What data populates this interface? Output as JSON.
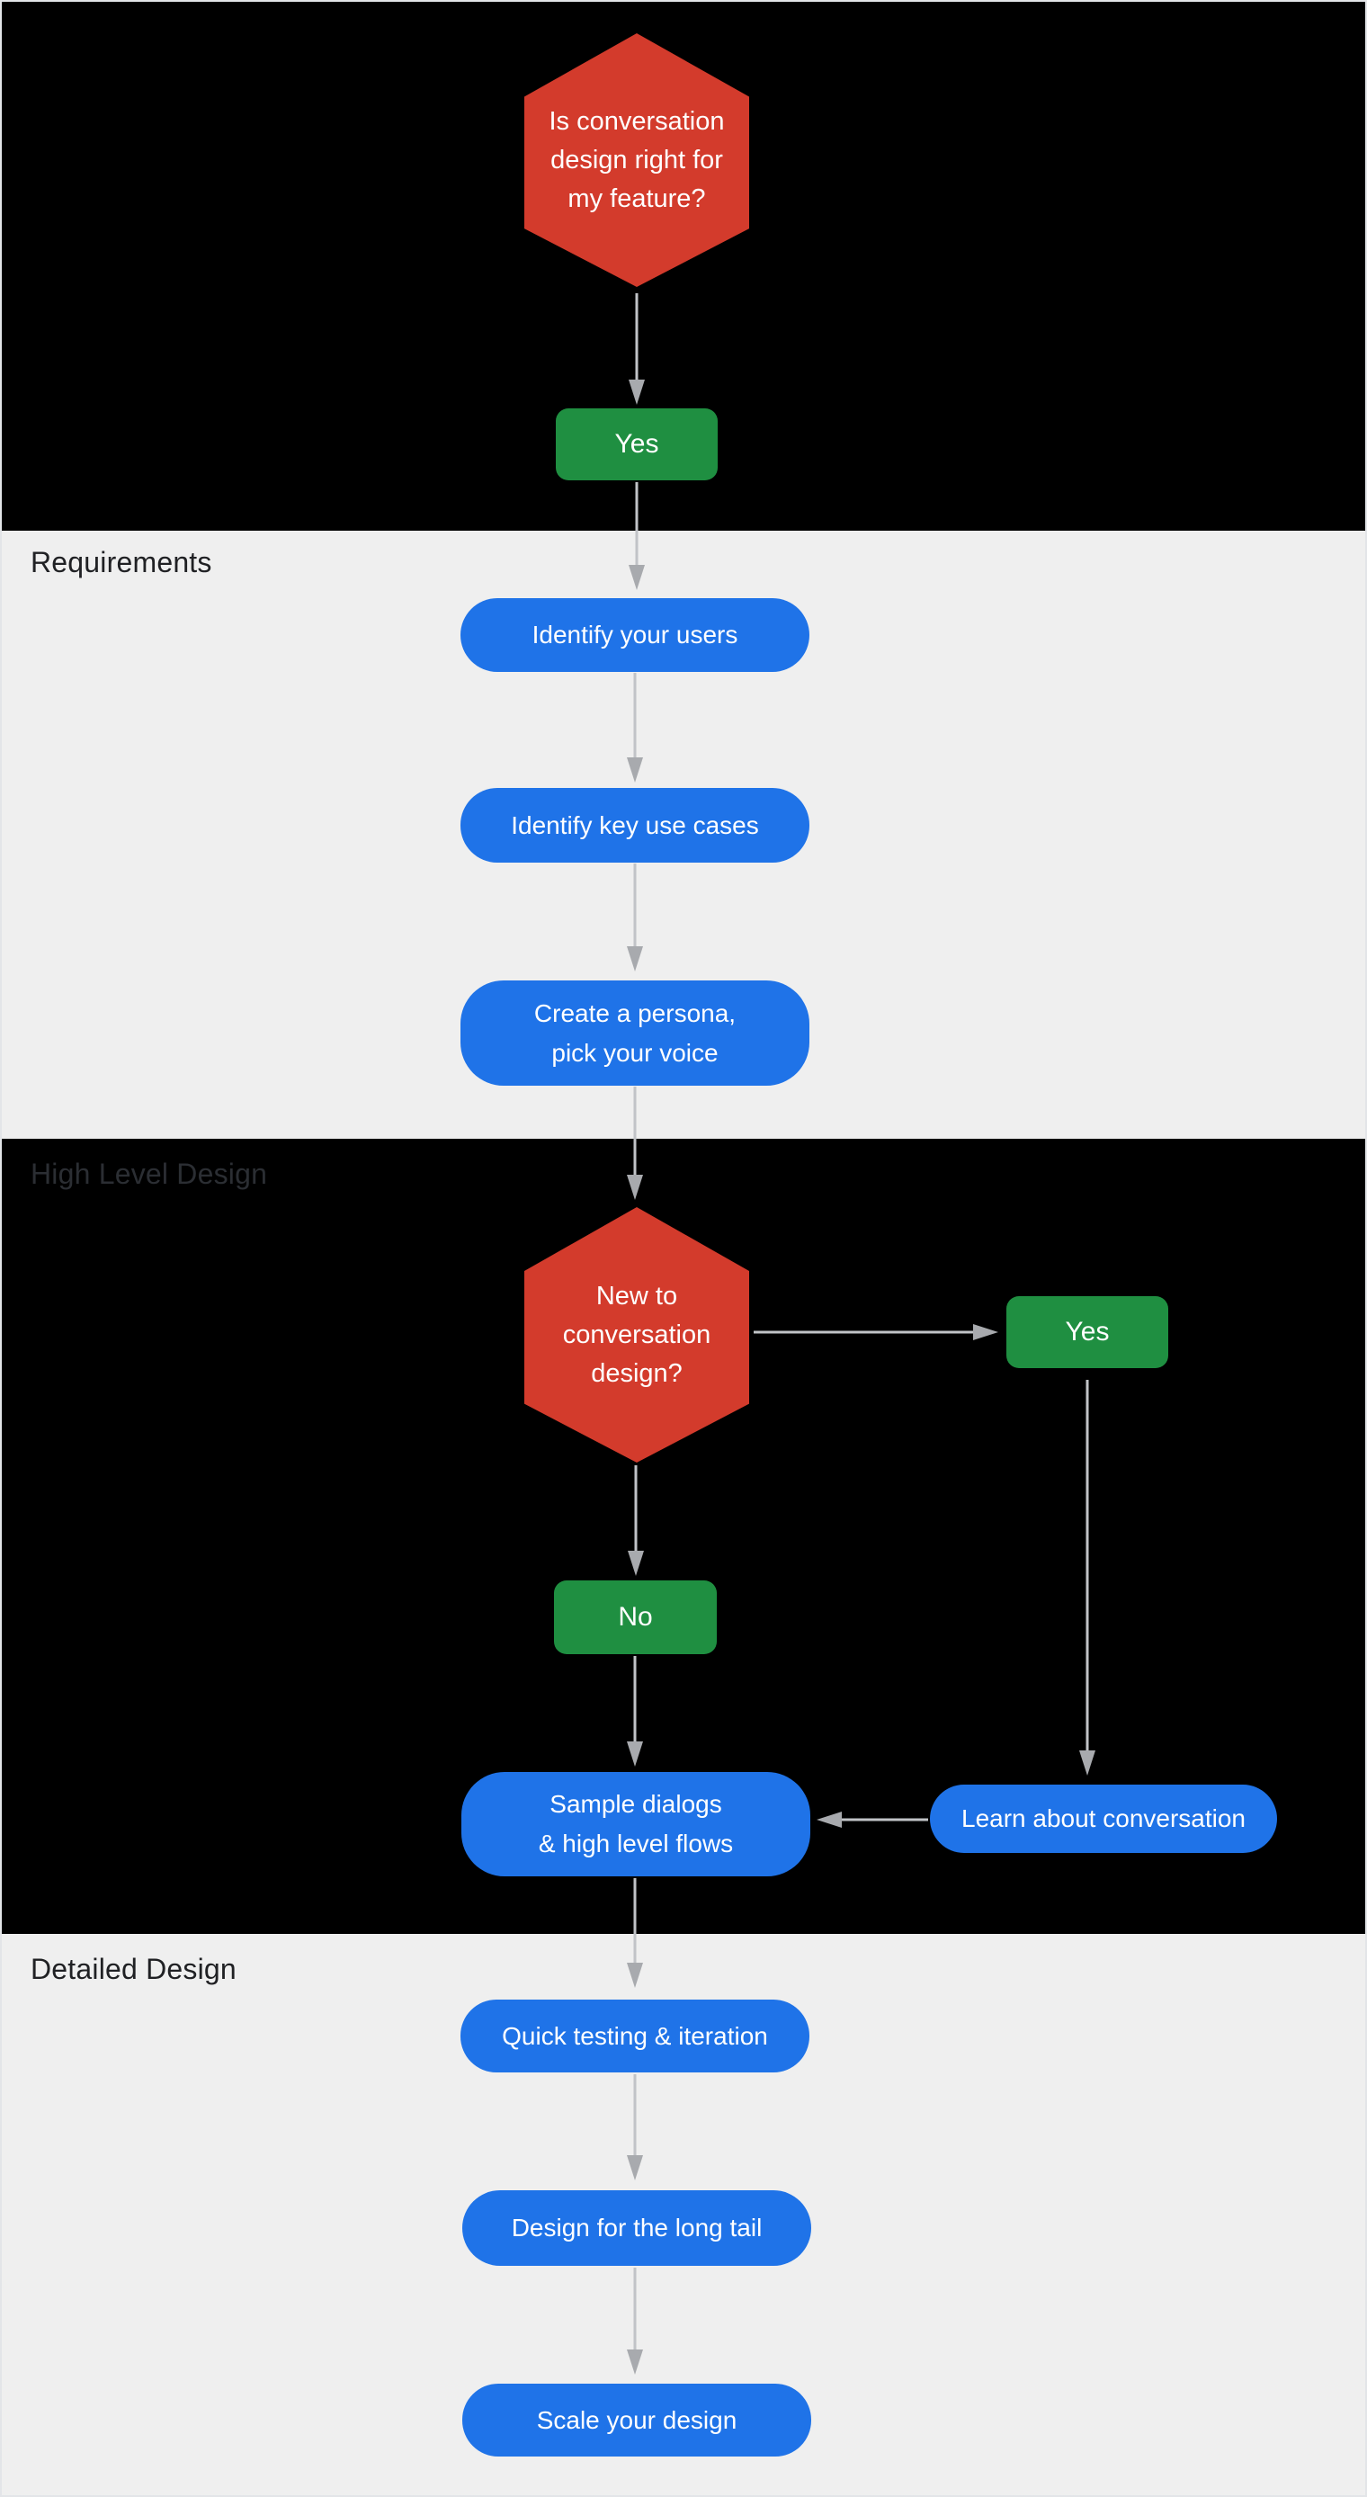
{
  "colors": {
    "red": "#d33b2c",
    "blue": "#1f73e8",
    "green": "#1f8f41",
    "black_bg": "#000000",
    "gray_bg": "#efefef",
    "line": "#c1c3c7",
    "arrowhead": "#a8aaae",
    "label_dark": "#202124",
    "label_on_black": "#2b2e33",
    "node_text": "#ffffff"
  },
  "sections": {
    "requirements": {
      "label": "Requirements"
    },
    "high_level_design": {
      "label": "High Level Design"
    },
    "detailed_design": {
      "label": "Detailed Design"
    }
  },
  "nodes": {
    "start_decision": {
      "type": "decision",
      "text": "Is conversation\ndesign right for\nmy feature?"
    },
    "start_yes": {
      "type": "answer",
      "text": "Yes"
    },
    "identify_users": {
      "type": "step",
      "text": "Identify your users"
    },
    "identify_key_use_cases": {
      "type": "step",
      "text": "Identify key use cases"
    },
    "create_persona": {
      "type": "step",
      "text": "Create a persona,\npick your voice"
    },
    "new_to_conversation_design": {
      "type": "decision",
      "text": "New to\nconversation\ndesign?"
    },
    "new_yes": {
      "type": "answer",
      "text": "Yes"
    },
    "new_no": {
      "type": "answer",
      "text": "No"
    },
    "sample_dialogs": {
      "type": "step",
      "text": "Sample dialogs\n& high level flows"
    },
    "learn_about_conversation": {
      "type": "step",
      "text": "Learn about conversation"
    },
    "quick_testing": {
      "type": "step",
      "text": "Quick testing & iteration"
    },
    "design_long_tail": {
      "type": "step",
      "text": "Design for the long tail"
    },
    "scale_design": {
      "type": "step",
      "text": "Scale your design"
    }
  },
  "edges": [
    {
      "from": "start_decision",
      "to": "start_yes"
    },
    {
      "from": "start_yes",
      "to": "identify_users"
    },
    {
      "from": "identify_users",
      "to": "identify_key_use_cases"
    },
    {
      "from": "identify_key_use_cases",
      "to": "create_persona"
    },
    {
      "from": "create_persona",
      "to": "new_to_conversation_design"
    },
    {
      "from": "new_to_conversation_design",
      "to": "new_yes"
    },
    {
      "from": "new_to_conversation_design",
      "to": "new_no"
    },
    {
      "from": "new_yes",
      "to": "learn_about_conversation"
    },
    {
      "from": "new_no",
      "to": "sample_dialogs"
    },
    {
      "from": "learn_about_conversation",
      "to": "sample_dialogs"
    },
    {
      "from": "sample_dialogs",
      "to": "quick_testing"
    },
    {
      "from": "quick_testing",
      "to": "design_long_tail"
    },
    {
      "from": "design_long_tail",
      "to": "scale_design"
    }
  ]
}
